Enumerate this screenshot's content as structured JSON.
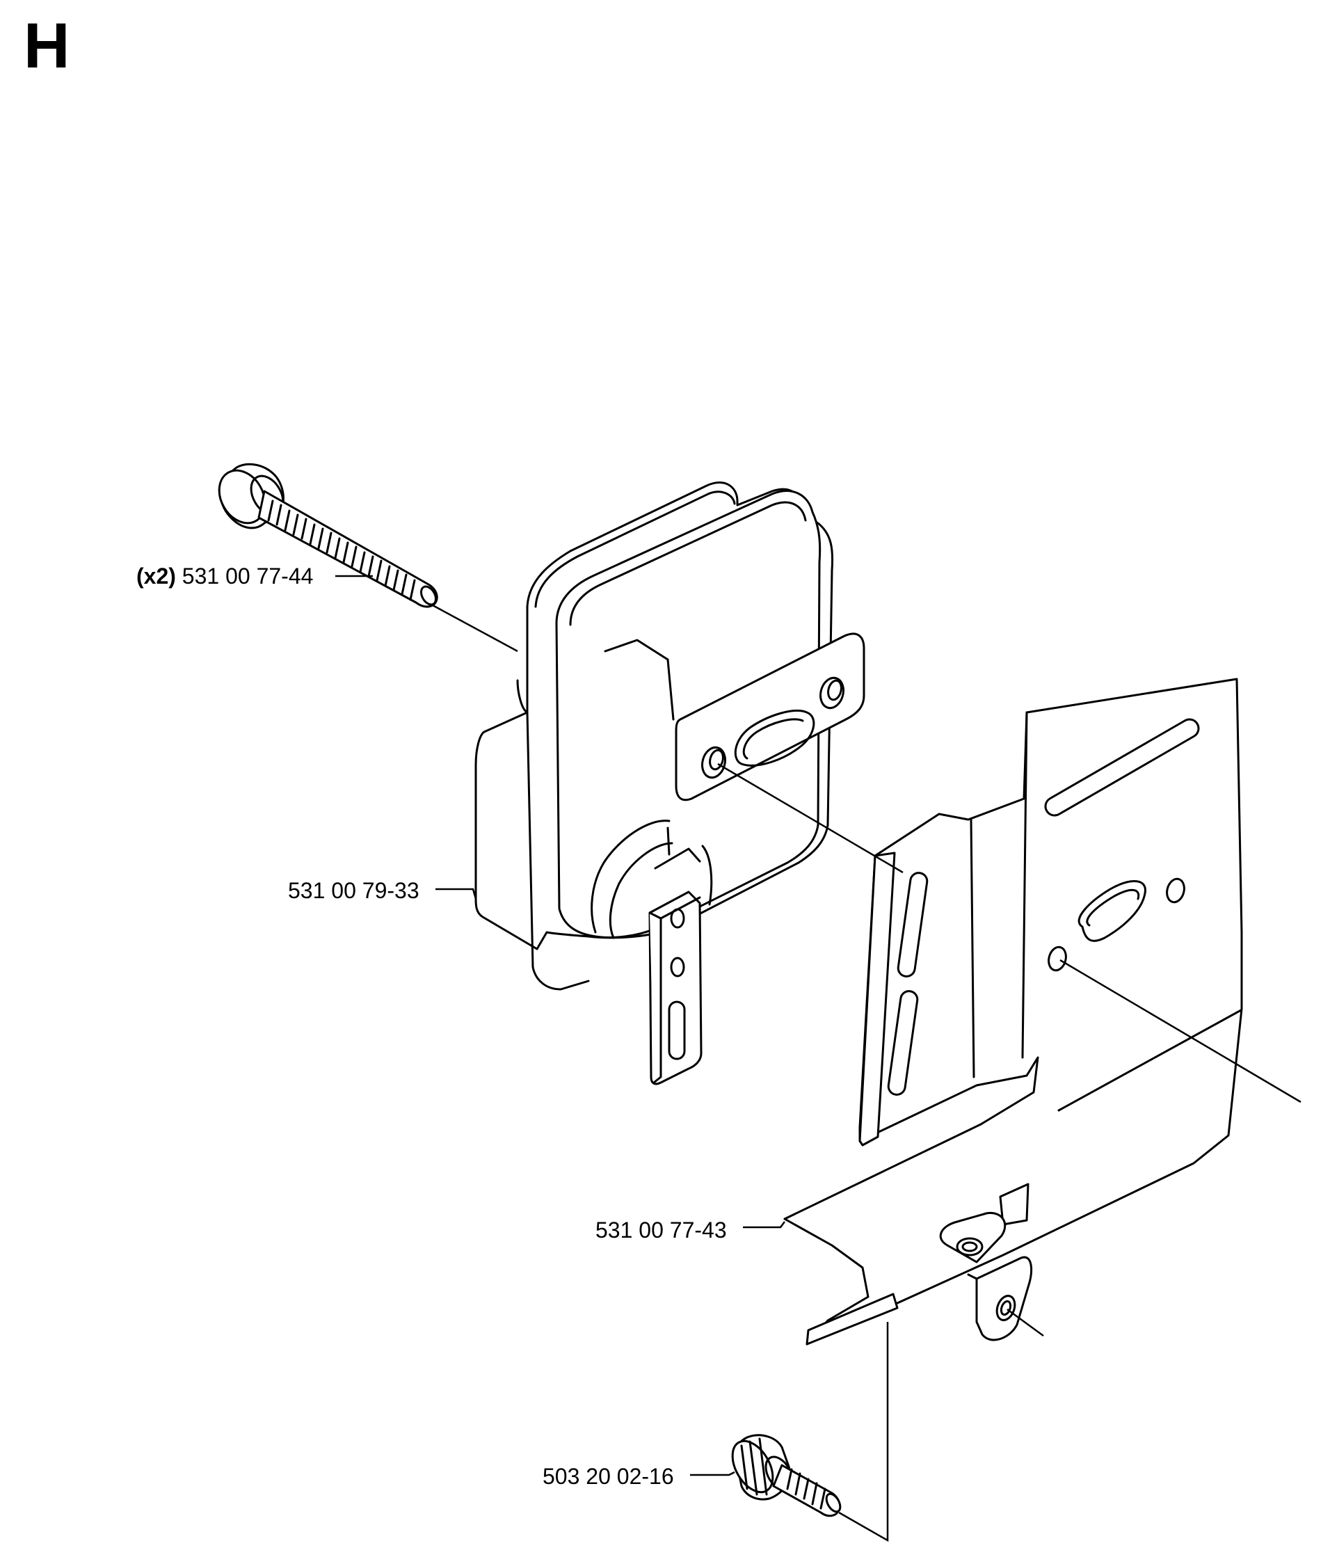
{
  "section": {
    "letter": "H"
  },
  "parts": [
    {
      "id": "screw-long",
      "quantity": "(x2)",
      "number": "531 00 77-44"
    },
    {
      "id": "muffler",
      "quantity": "",
      "number": "531 00 79-33"
    },
    {
      "id": "heat-shield",
      "quantity": "",
      "number": "531 00 77-43"
    },
    {
      "id": "flange-screw",
      "quantity": "",
      "number": "503 20 02-16"
    }
  ],
  "colors": {
    "ink": "#000000",
    "paper": "#ffffff"
  }
}
